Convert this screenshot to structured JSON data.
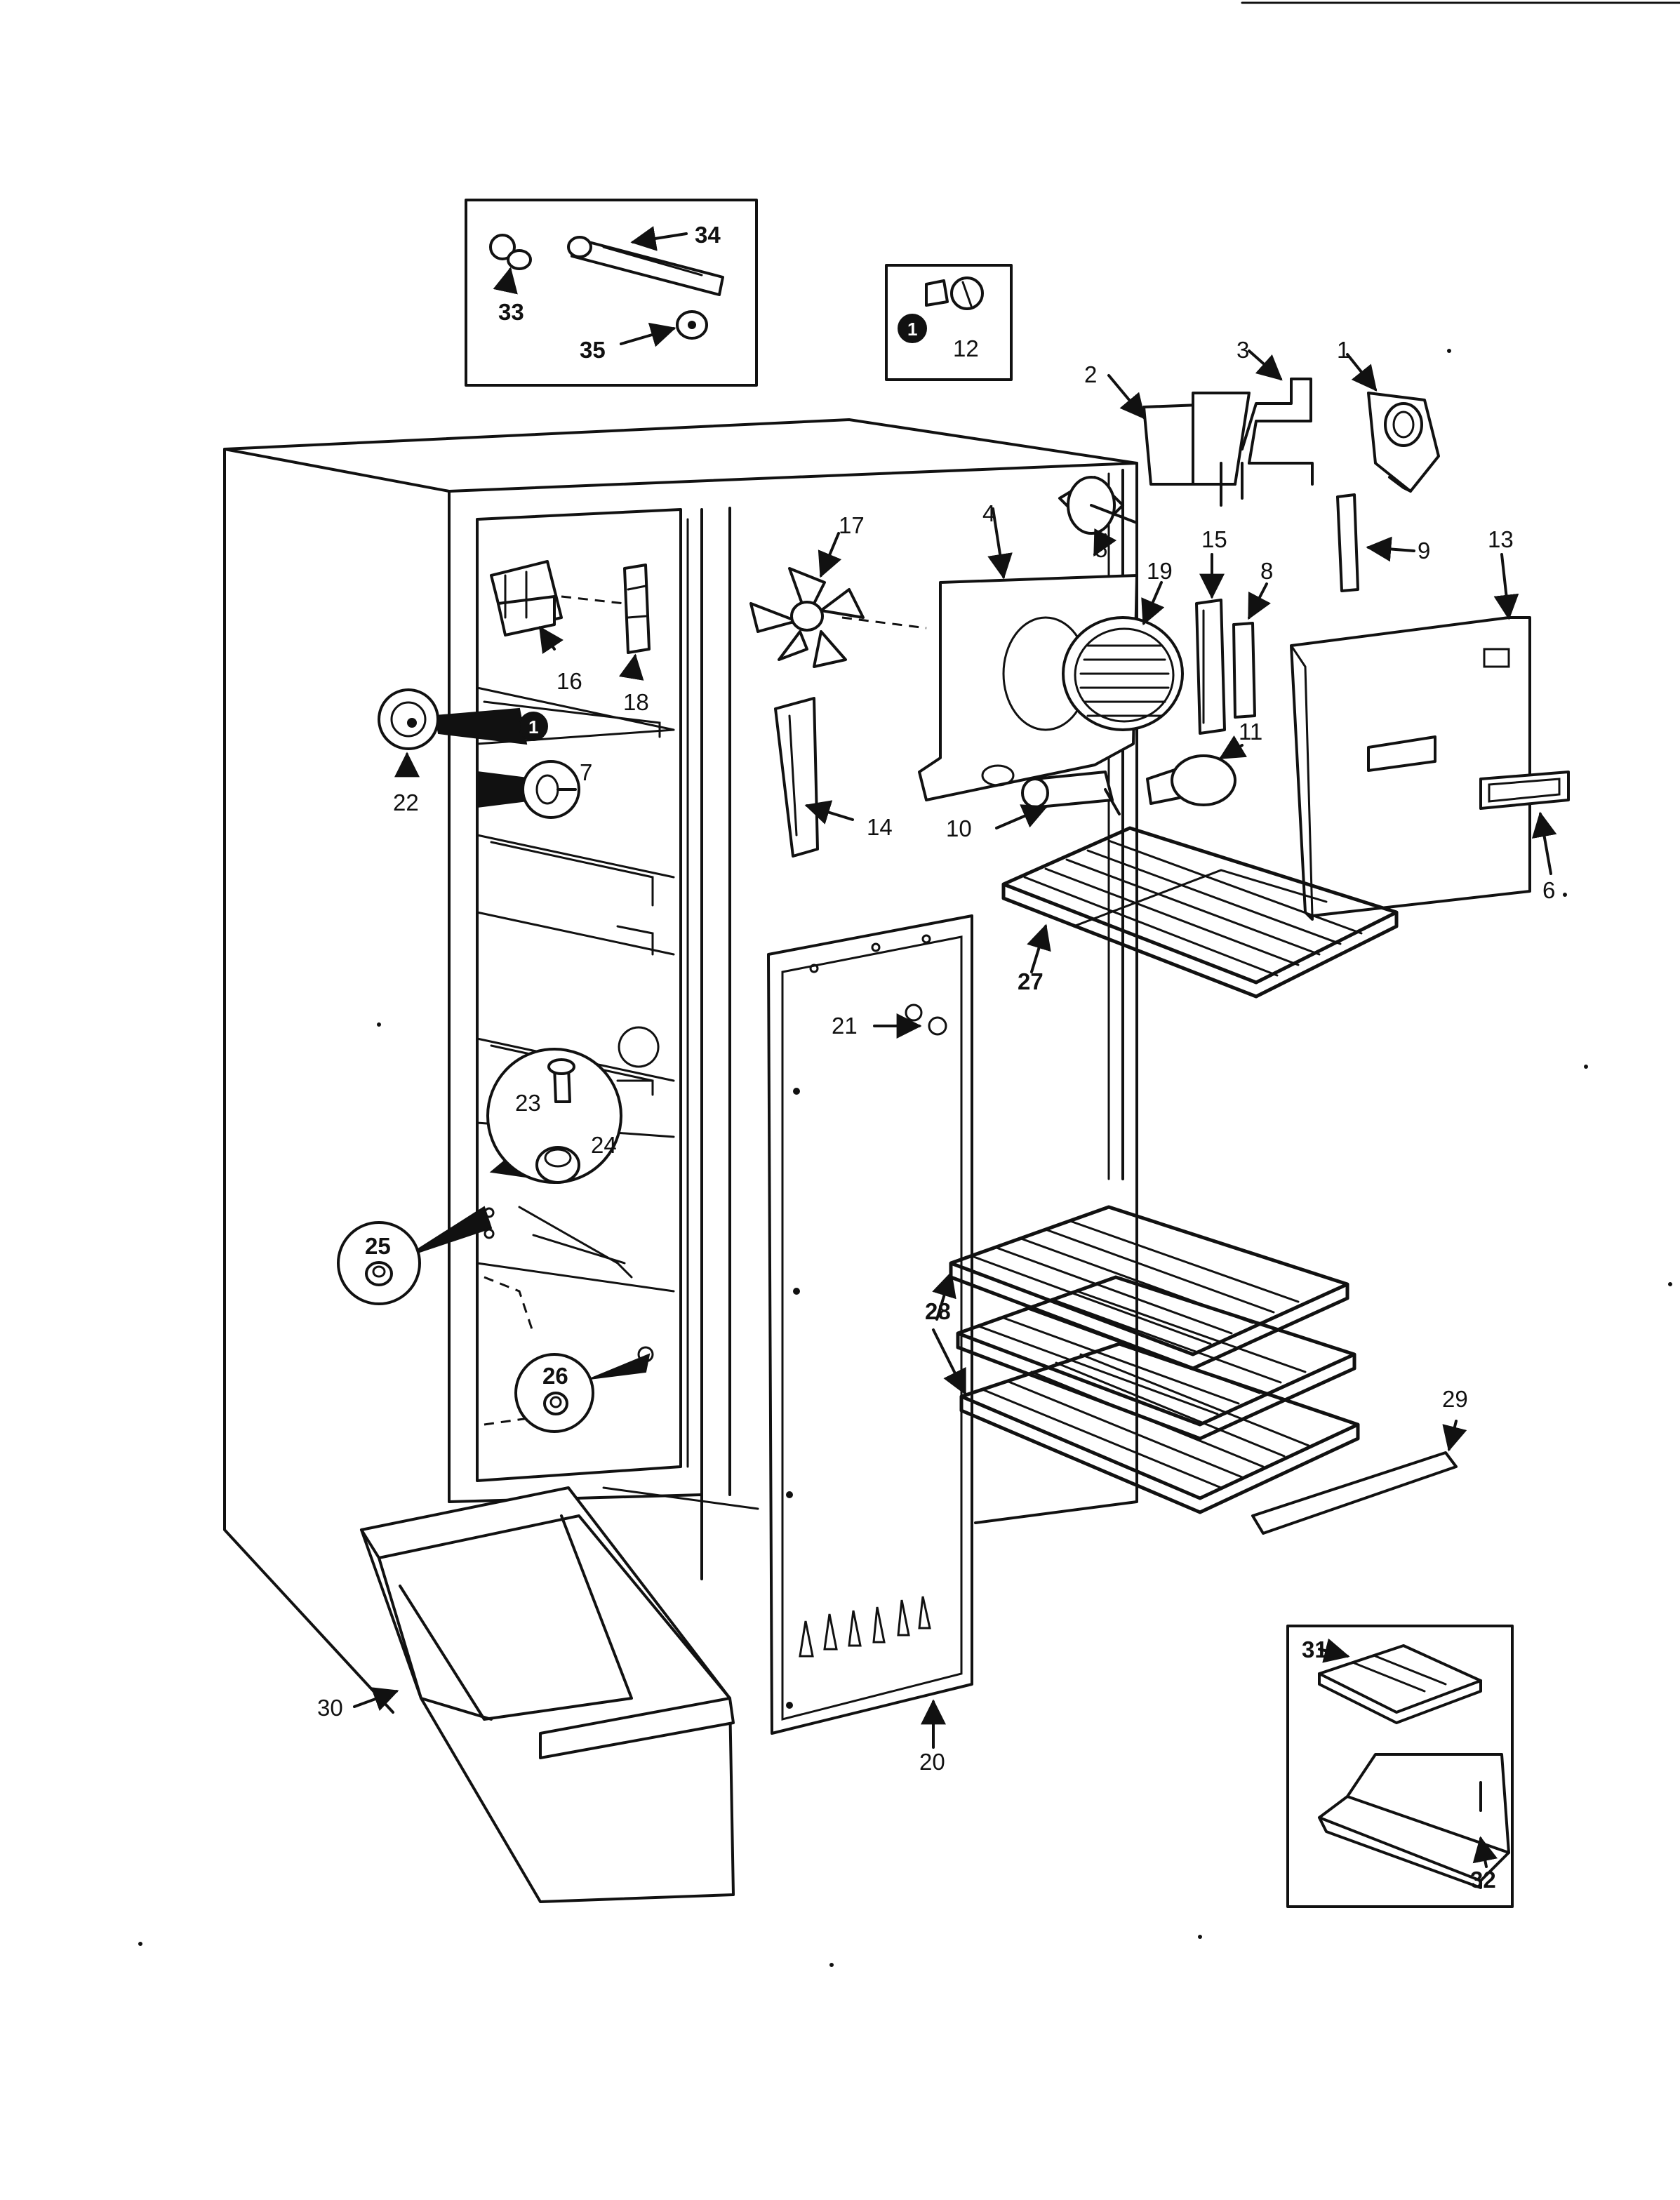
{
  "labels": {
    "p1": "1",
    "p2": "2",
    "p3": "3",
    "p4": "4",
    "p5": "5",
    "p6": "6",
    "p7": "7",
    "p8": "8",
    "p9": "9",
    "p10": "10",
    "p11": "11",
    "p12": "12",
    "p13": "13",
    "p14": "14",
    "p15": "15",
    "p16": "16",
    "p17": "17",
    "p18": "18",
    "p19": "19",
    "p20": "20",
    "p21": "21",
    "p22": "22",
    "p23": "23",
    "p24": "24",
    "p25": "25",
    "p26": "26",
    "p27": "27",
    "p28": "28",
    "p29": "29",
    "p30": "30",
    "p31": "31",
    "p32": "32",
    "p33": "33",
    "p34": "34",
    "p35": "35"
  },
  "badges": {
    "b12": "1",
    "b22": "1"
  }
}
